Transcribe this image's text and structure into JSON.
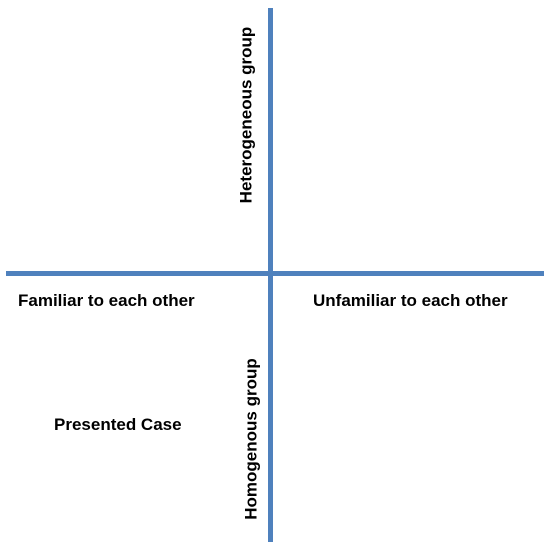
{
  "quadrant_diagram": {
    "top_label": "Heterogeneous group",
    "bottom_label": "Homogenous group",
    "left_label": "Familiar to each other",
    "right_label": "Unfamiliar to each other",
    "case_label": "Presented Case"
  },
  "colors": {
    "axis": "#4f81bd",
    "text": "#000000",
    "background": "#ffffff"
  }
}
